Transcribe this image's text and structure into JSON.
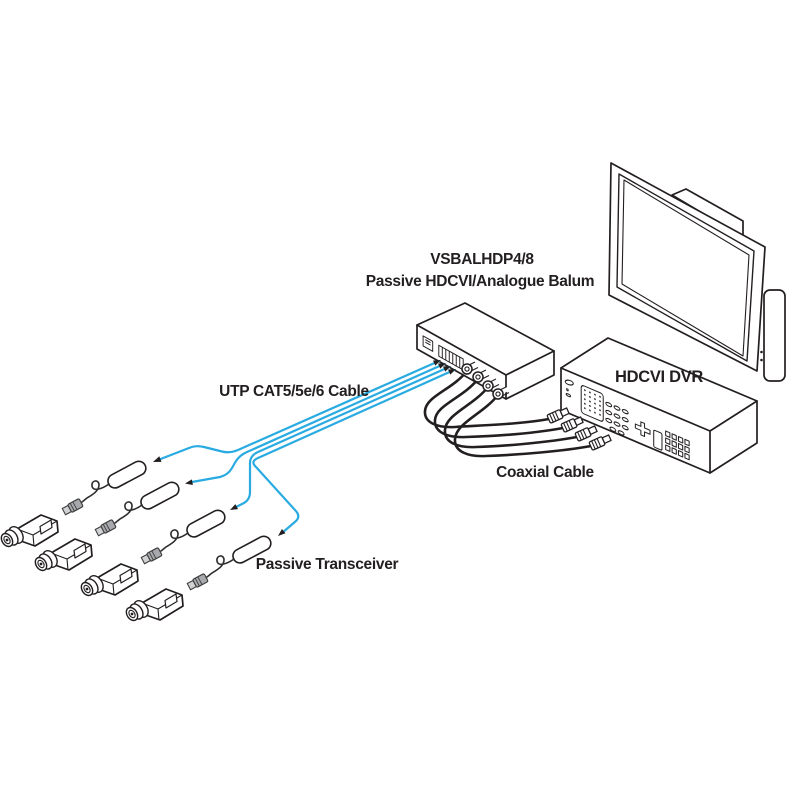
{
  "diagram": {
    "background": "#FFFFFF",
    "product": {
      "model": "VSBALHDP4/8",
      "description": "Passive HDCVI/Analogue Balum"
    },
    "labels": {
      "utp_cable": "UTP CAT5/5e/6 Cable",
      "dvr": "HDCVI DVR",
      "coaxial_cable": "Coaxial Cable",
      "passive_transceiver": "Passive Transceiver"
    },
    "colors": {
      "utp_cable": "#29ABE2",
      "outline": "#231F20",
      "connector_gray": "#A7A9AC"
    },
    "counts": {
      "cameras": 4,
      "transceivers": 4,
      "utp_lines": 4,
      "coax_cables": 4
    }
  }
}
